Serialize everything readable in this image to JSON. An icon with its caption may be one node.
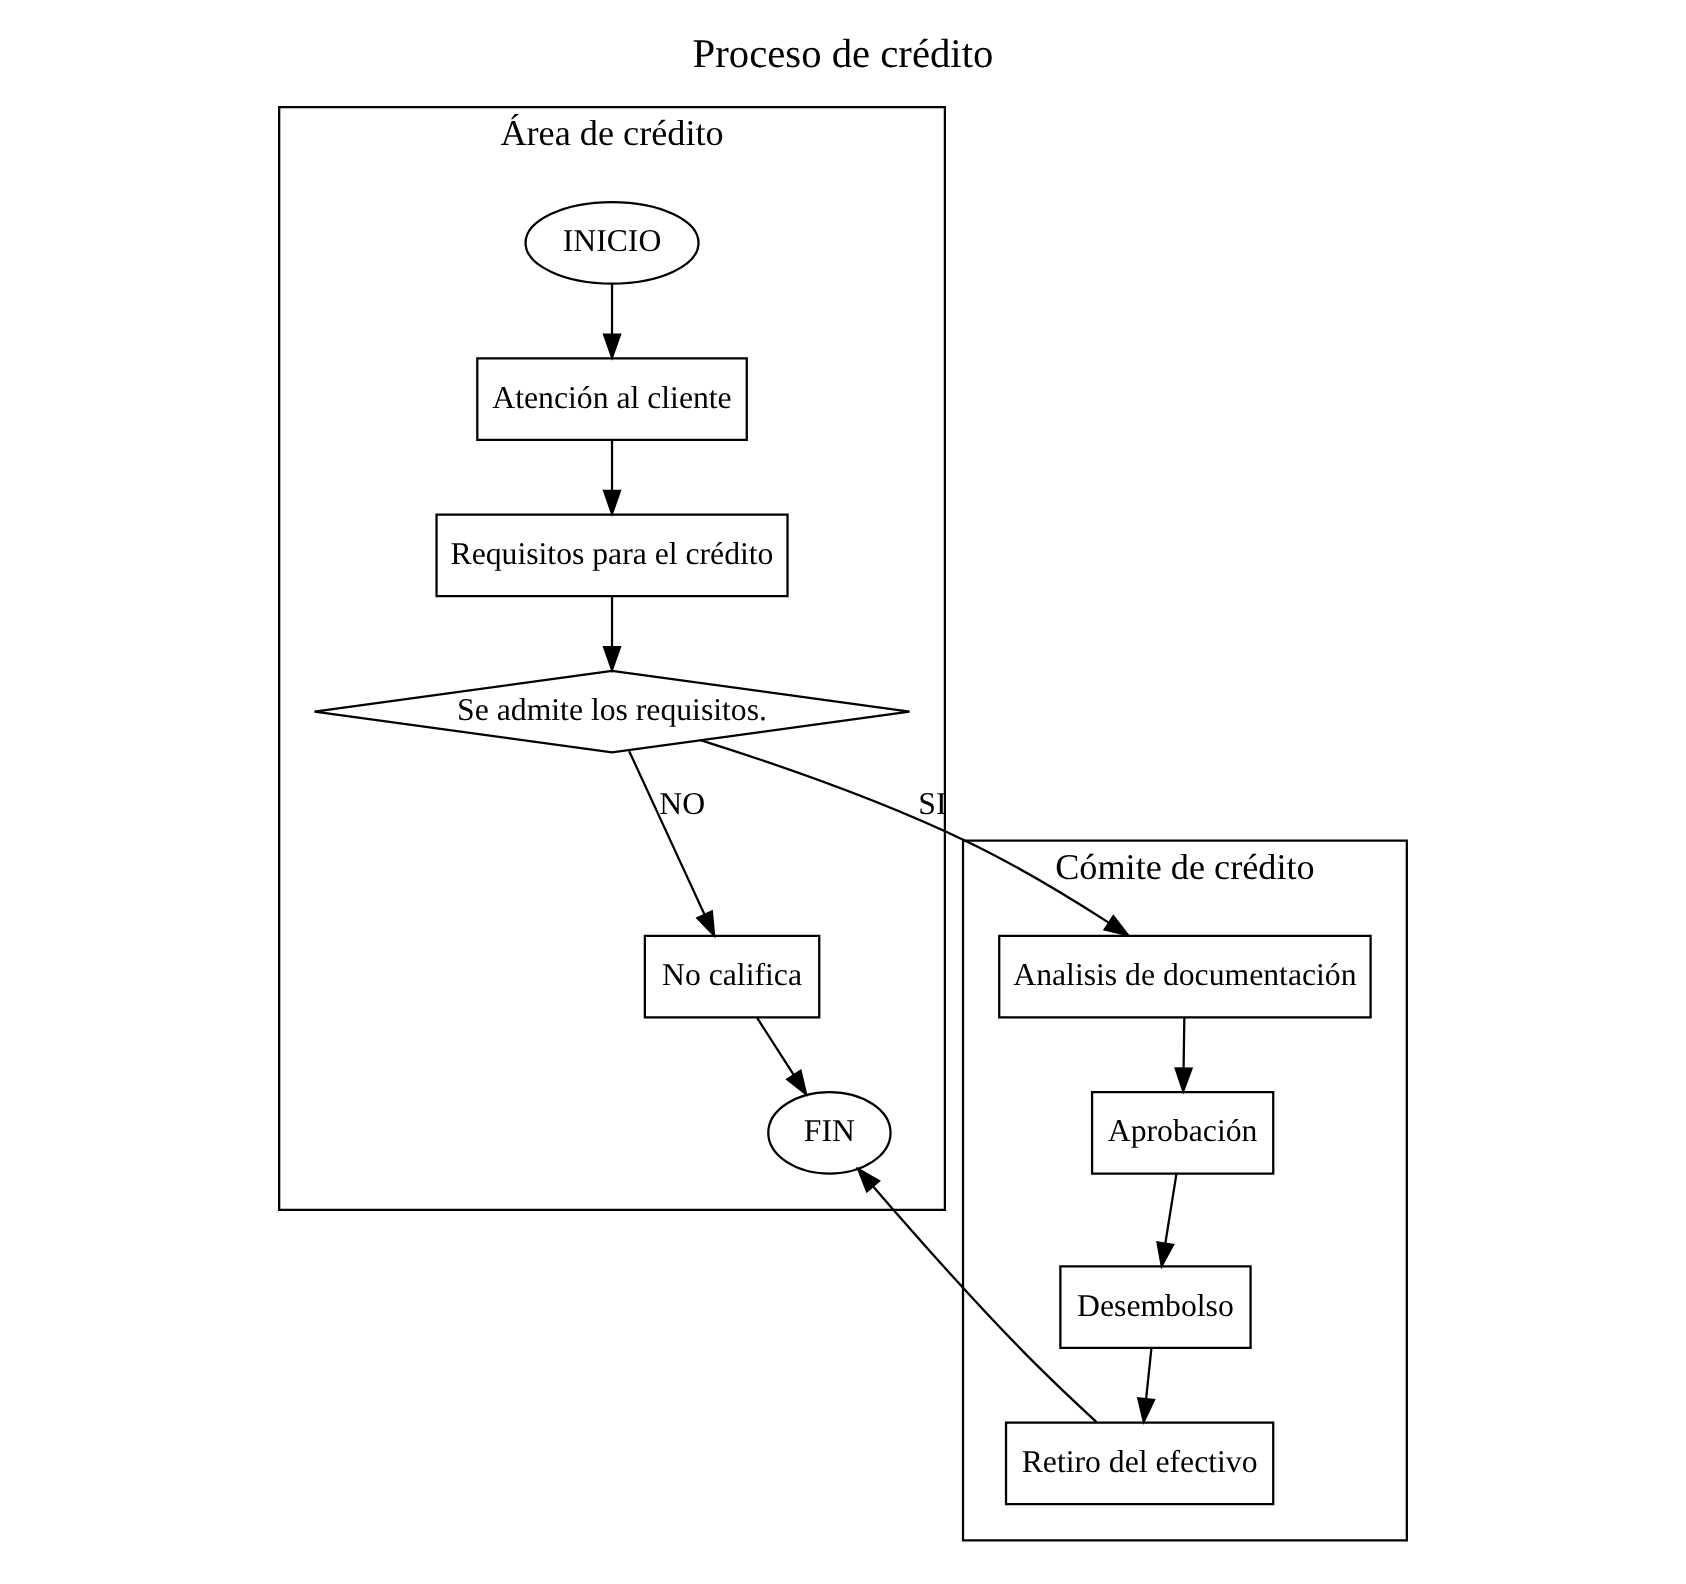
{
  "diagram": {
    "title": "Proceso de crédito",
    "nodes": [
      {
        "text": [
          "Área de crédito"
        ]
      },
      {
        "text": [
          "Cómite de crédito"
        ]
      },
      {
        "text": [
          "INICIO"
        ],
        "in": 0
      },
      {
        "text": [
          "Atención al cliente"
        ],
        "in": 0
      },
      {
        "text": [
          "Requisitos para el crédito"
        ],
        "in": 0
      },
      {
        "text": [
          "Se admite los requisitos."
        ],
        "in": 0
      },
      {
        "text": [
          "No califica"
        ],
        "in": 0
      },
      {
        "text": [
          "FIN"
        ],
        "in": 0
      },
      {
        "text": [
          "Analisis de documentación"
        ],
        "in": 1
      },
      {
        "text": [
          "Aprobación"
        ],
        "in": 1
      },
      {
        "text": [
          "Desembolso"
        ],
        "in": 1
      },
      {
        "text": [
          "Retiro del efectivo"
        ],
        "in": 1
      }
    ],
    "edges": [
      {
        "from": 2,
        "to": 3,
        "arrow": "to"
      },
      {
        "from": 3,
        "to": 4,
        "arrow": "to"
      },
      {
        "from": 4,
        "to": 5,
        "arrow": "to"
      },
      {
        "from": 5,
        "to": 6,
        "arrow": "to",
        "label": "NO"
      },
      {
        "from": 5,
        "to": 8,
        "arrow": "to",
        "label": "SI"
      },
      {
        "from": 6,
        "to": 7,
        "arrow": "to"
      },
      {
        "from": 8,
        "to": 9,
        "arrow": "to"
      },
      {
        "from": 9,
        "to": 10,
        "arrow": "to"
      },
      {
        "from": 10,
        "to": 11,
        "arrow": "to"
      },
      {
        "from": 11,
        "to": 7,
        "arrow": "to"
      }
    ]
  }
}
